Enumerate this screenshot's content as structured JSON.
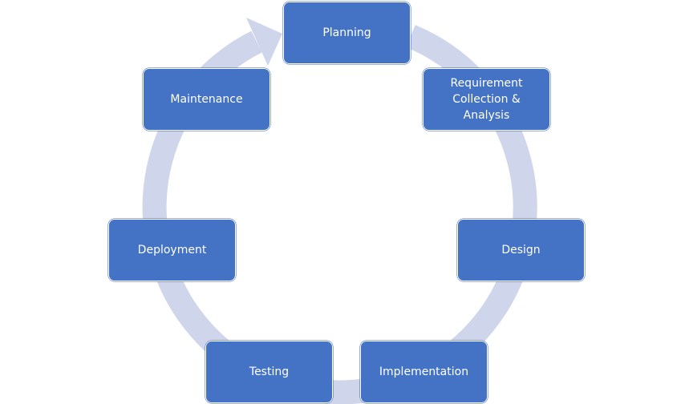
{
  "diagram": {
    "type": "cycle",
    "colors": {
      "box_fill": "#4472c4",
      "box_border": "#ffffff",
      "ring": "#cfd5ea",
      "text": "#ffffff"
    },
    "stages": [
      {
        "id": "planning",
        "label": "Planning"
      },
      {
        "id": "requirement",
        "label": "Requirement Collection & Analysis"
      },
      {
        "id": "design",
        "label": "Design"
      },
      {
        "id": "implementation",
        "label": "Implementation"
      },
      {
        "id": "testing",
        "label": "Testing"
      },
      {
        "id": "deployment",
        "label": "Deployment"
      },
      {
        "id": "maintenance",
        "label": "Maintenance"
      }
    ]
  }
}
